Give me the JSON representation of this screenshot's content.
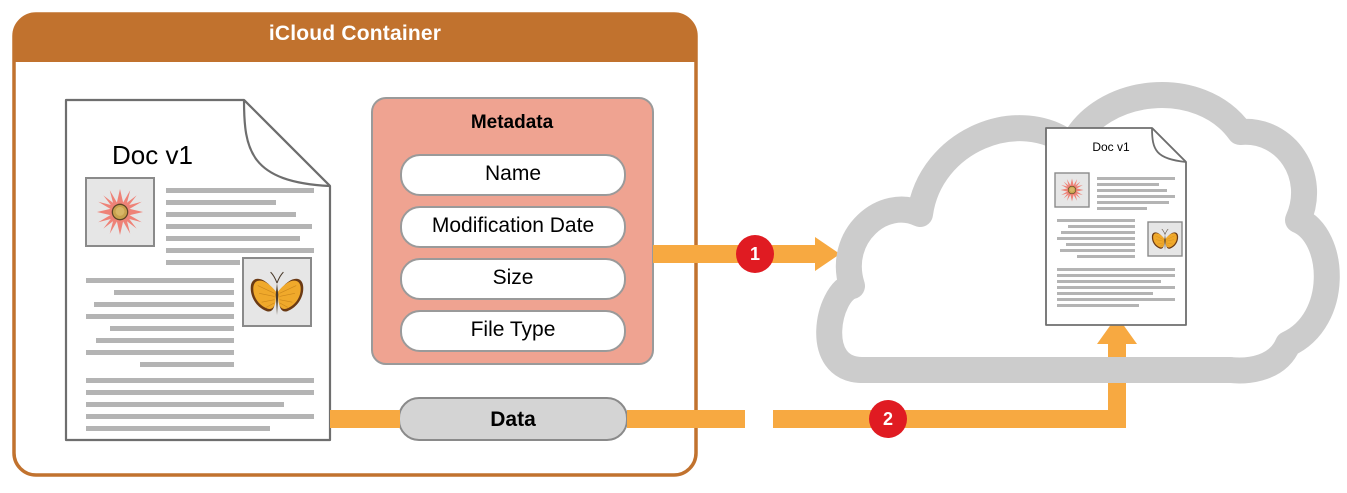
{
  "container": {
    "title": "iCloud Container",
    "header_color": "#C1722E",
    "border_color": "#C1722E"
  },
  "document_local": {
    "title": "Doc v1",
    "images": [
      "flower-thumbnail",
      "butterfly-thumbnail"
    ]
  },
  "document_cloud": {
    "title": "Doc v1",
    "images": [
      "flower-thumbnail",
      "butterfly-thumbnail"
    ]
  },
  "metadata": {
    "title": "Metadata",
    "box_color": "#EFA391",
    "rows": [
      "Name",
      "Modification Date",
      "Size",
      "File Type"
    ]
  },
  "data_pill": {
    "label": "Data",
    "fill": "#D4D4D4"
  },
  "flow": {
    "arrow_color": "#F7A941",
    "marker_color": "#E01B22",
    "markers": [
      {
        "number": "1",
        "meaning": "metadata-upload"
      },
      {
        "number": "2",
        "meaning": "data-upload"
      }
    ]
  },
  "cloud": {
    "name": "icloud-cloud",
    "color": "#CCCCCC"
  }
}
